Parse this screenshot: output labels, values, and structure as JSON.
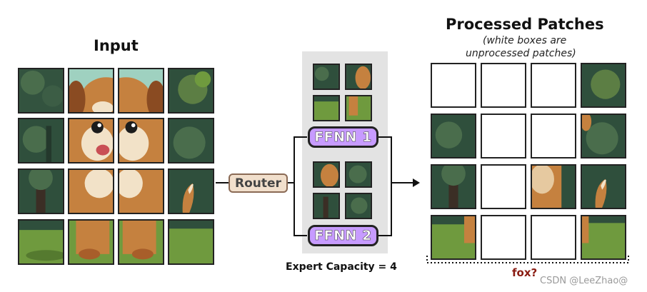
{
  "input": {
    "title": "Input"
  },
  "router": {
    "label": "Router"
  },
  "experts": [
    {
      "label": "FFNN 1"
    },
    {
      "label": "FFNN 2"
    }
  ],
  "expert_capacity": "Expert Capacity = 4",
  "output": {
    "title": "Processed Patches",
    "subtitle_line1": "(white boxes are",
    "subtitle_line2": "unprocessed patches)",
    "annotation": "fox?"
  },
  "watermark": "CSDN @LeeZhao@",
  "colors": {
    "ffnn_fill": "#c79bff",
    "router_fill": "#f1dfcc",
    "forest": "#2f4f3c",
    "grass": "#6f9a3e",
    "dog_brown": "#b86d35",
    "dog_cream": "#f2e2c8",
    "annotation": "#8a1c12"
  }
}
